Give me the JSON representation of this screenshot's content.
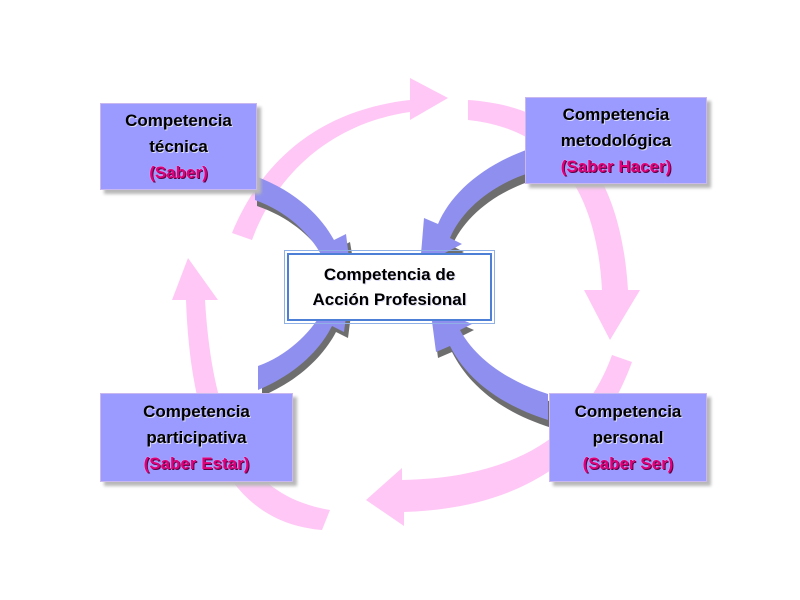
{
  "diagram": {
    "center": {
      "line1": "Competencia de",
      "line2": "Acción Profesional"
    },
    "nodes": {
      "tecnica": {
        "line1": "Competencia",
        "line2": "técnica",
        "sub": "(Saber)"
      },
      "metodologica": {
        "line1": "Competencia",
        "line2": "metodológica",
        "sub": "(Saber Hacer)"
      },
      "participativa": {
        "line1": "Competencia",
        "line2": "participativa",
        "sub": "(Saber Estar)"
      },
      "personal": {
        "line1": "Competencia",
        "line2": "personal",
        "sub": "(Saber Ser)"
      }
    },
    "colors": {
      "box_fill": "#9b9bff",
      "sub_text": "#e0007a",
      "cycle_arrows": "#ffc7f5",
      "converging_arrows": "#8f8fef",
      "arrow_shadow": "#6e6e6e",
      "center_border": "#4d7fd6"
    },
    "icons": [
      "cycle-arrow-icon",
      "converging-arrow-icon"
    ]
  }
}
